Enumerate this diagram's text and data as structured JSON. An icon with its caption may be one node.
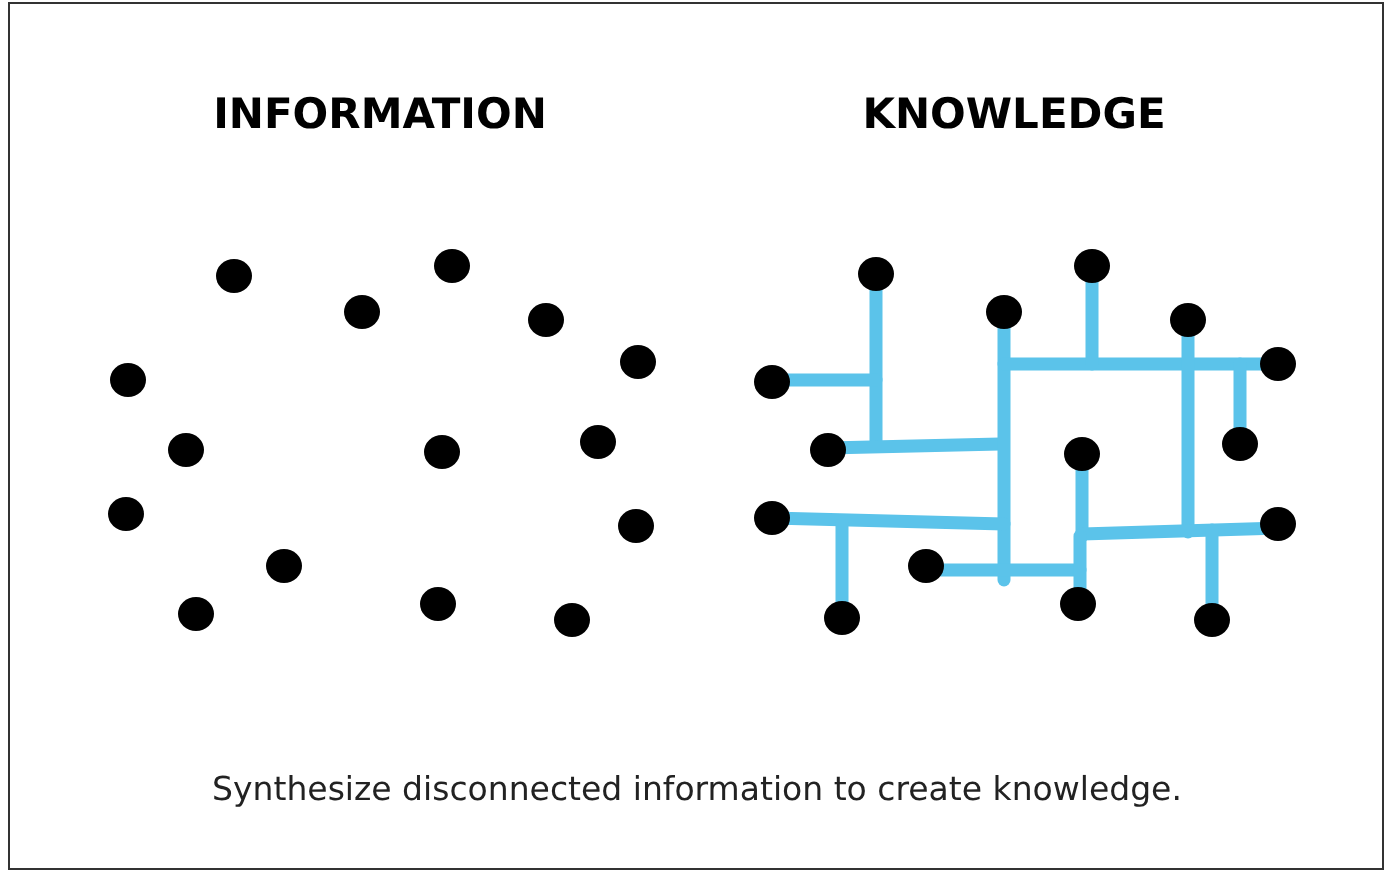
{
  "diagram": {
    "caption": "Synthesize disconnected information to create knowledge.",
    "labels": [
      "INFORMATION",
      "KNOWLEDGE"
    ]
  }
}
